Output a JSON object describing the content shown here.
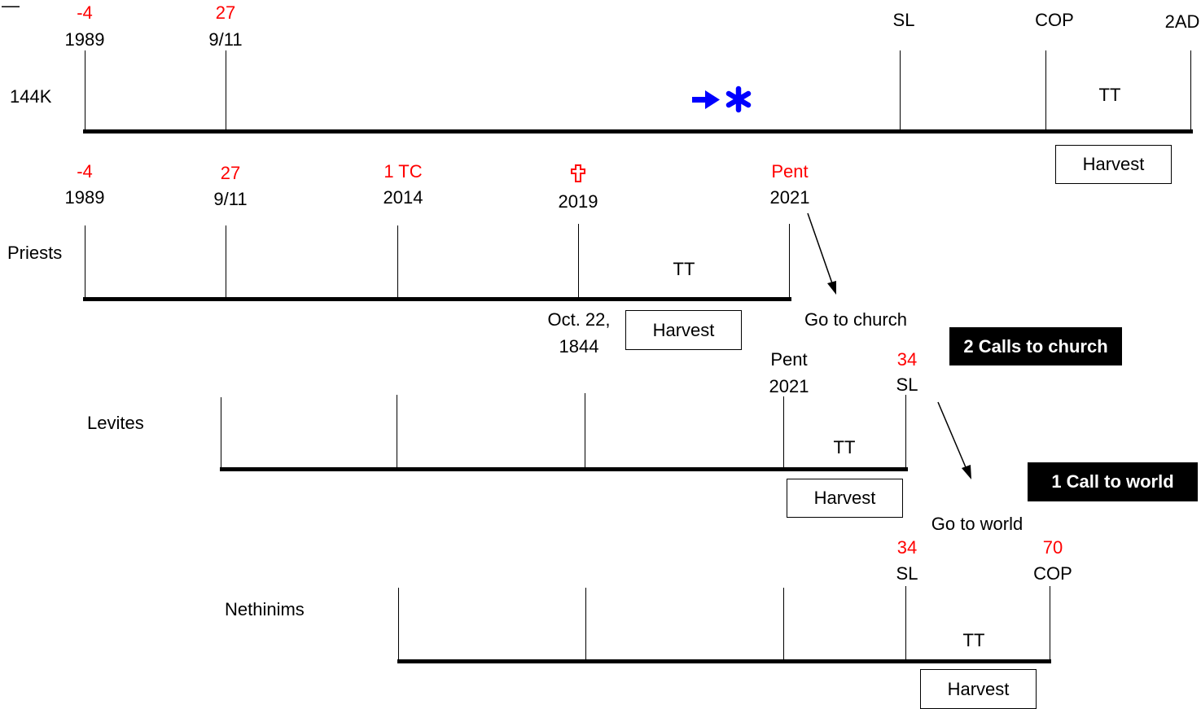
{
  "colors": {
    "red": "#ff0000",
    "blue": "#0000ff",
    "black": "#000000"
  },
  "top_mark": "—",
  "row1": {
    "label": "144K",
    "m1989_num": "-4",
    "m1989_year": "1989",
    "m911_num": "27",
    "m911_year": "9/11",
    "sl": "SL",
    "cop": "COP",
    "end": "2AD",
    "tt": "TT",
    "harvest": "Harvest",
    "marker_icons": [
      "right-arrow-icon",
      "asterisk-icon"
    ]
  },
  "row2": {
    "label": "Priests",
    "m1989_num": "-4",
    "m1989_year": "1989",
    "m911_num": "27",
    "m911_year": "9/11",
    "m2014_num": "1 TC",
    "m2014_year": "2014",
    "m2019_icon": "cross-icon",
    "m2019_year": "2019",
    "mpent_num": "Pent",
    "mpent_year": "2021",
    "tt": "TT",
    "harvest": "Harvest",
    "date_note_line1": "Oct. 22,",
    "date_note_line2": "1844",
    "arrow_label": "Go to church",
    "callout": "2 Calls to church"
  },
  "row3": {
    "label": "Levites",
    "pent_num": "Pent",
    "pent_year": "2021",
    "sl_num": "34",
    "sl": "SL",
    "tt": "TT",
    "harvest": "Harvest",
    "arrow_label": "Go to world",
    "callout": "1 Call to world"
  },
  "row4": {
    "label": "Nethinims",
    "sl_num": "34",
    "sl": "SL",
    "cop_num": "70",
    "cop": "COP",
    "tt": "TT",
    "harvest": "Harvest"
  }
}
